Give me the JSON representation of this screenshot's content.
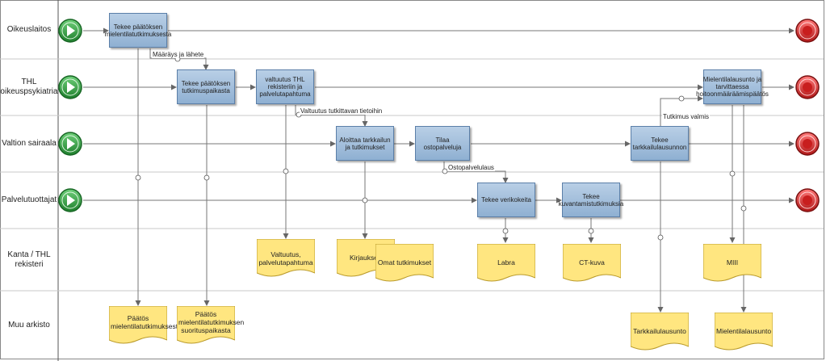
{
  "lanes": [
    {
      "label": "Oikeuslaitos"
    },
    {
      "label": "THL oikeuspsykiatria"
    },
    {
      "label": "Valtion sairaala"
    },
    {
      "label": "Palvelutuottajat"
    },
    {
      "label": "Kanta / THL rekisteri"
    },
    {
      "label": "Muu arkisto"
    }
  ],
  "tasks": {
    "t1": "Tekee päätöksen mielentilatutkimuksesta",
    "t2": "Tekee päätöksen tutkimuspaikasta",
    "t3": "valtuutus THL rekisteriin ja palvelutapahtuma",
    "t4": "Mielentilalausunto ja tarvittaessa hoitoonmääräämispäätös",
    "t5": "Aloittaa tarkkailun ja tutkimukset",
    "t6": "Tilaa ostopalveluja",
    "t7": "Tekee tarkkailulausunnon",
    "t8": "Tekee verikokeita",
    "t9": "Tekee kuvantamistutkimuksia"
  },
  "documents": {
    "d1": "Valtuutus, palvelutapahtuma",
    "d2": "Kirjaukset",
    "d3": "Omat tutkimukset",
    "d4": "Labra",
    "d5": "CT-kuva",
    "d6": "MIII",
    "d7": "Päätös mielentilatutkimuksesta",
    "d8": "Päätös mielentilatutkimuksen suorituspaikasta",
    "d9": "Tarkkailulausunto",
    "d10": "Mielentilalausunto"
  },
  "flow_labels": {
    "f1": "Määräys ja lähete",
    "f2": "Valtuutus tutkittavan tietoihin",
    "f3": "Ostopalvelulaus",
    "f4": "Tutkimus valmis"
  },
  "colors": {
    "task_fill": "#a9c3e0",
    "document_fill": "#ffe680",
    "start_event": "#2e9a3e",
    "end_event": "#d82a2a",
    "lane_divider": "#c9c9c9"
  },
  "icons": {
    "start": "play-circle-icon",
    "end": "stop-circle-icon",
    "link": "attachment-link-icon"
  }
}
